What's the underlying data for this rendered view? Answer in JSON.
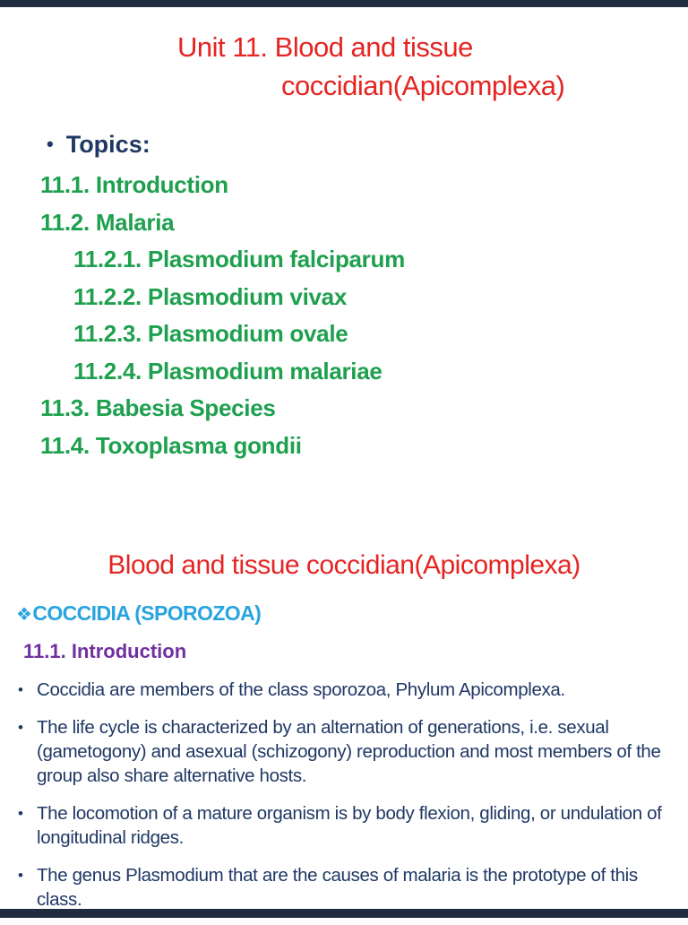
{
  "colors": {
    "title_red": "#e42522",
    "body_navy": "#1f3864",
    "outline_green": "#1ea04e",
    "section_blue": "#29a4df",
    "subsection_purple": "#7030a0",
    "edge_bar_navy": "#202c40"
  },
  "slide1": {
    "title_line1": "Unit 11. Blood and tissue",
    "title_line2": "coccidian(Apicomplexa)",
    "topics_bullet": "•",
    "topics_label": "Topics:",
    "outline": [
      {
        "label": "11.1. Introduction"
      },
      {
        "label": "11.2. Malaria"
      },
      {
        "label": "11.2.1. Plasmodium falciparum"
      },
      {
        "label": "11.2.2. Plasmodium vivax"
      },
      {
        "label": "11.2.3. Plasmodium ovale"
      },
      {
        "label": "11.2.4. Plasmodium malariae"
      },
      {
        "label": "11.3. Babesia Species"
      },
      {
        "label": "11.4. Toxoplasma gondii"
      }
    ]
  },
  "slide2": {
    "title": "Blood and tissue coccidian(Apicomplexa)",
    "section_marker": "❖",
    "section_heading": "COCCIDIA (SPOROZOA)",
    "subsection_heading": "11.1. Introduction",
    "bullet_glyph": "•",
    "bullets": [
      "Coccidia are members of the class sporozoa, Phylum Apicomplexa.",
      "The life cycle is characterized by an alternation of generations, i.e. sexual (gametogony) and asexual (schizogony) reproduction and most members of the group also share alternative hosts.",
      "The locomotion of a mature organism is by body flexion, gliding, or undulation of longitudinal ridges.",
      "The genus Plasmodium that are the causes of malaria is the prototype of this class."
    ]
  }
}
